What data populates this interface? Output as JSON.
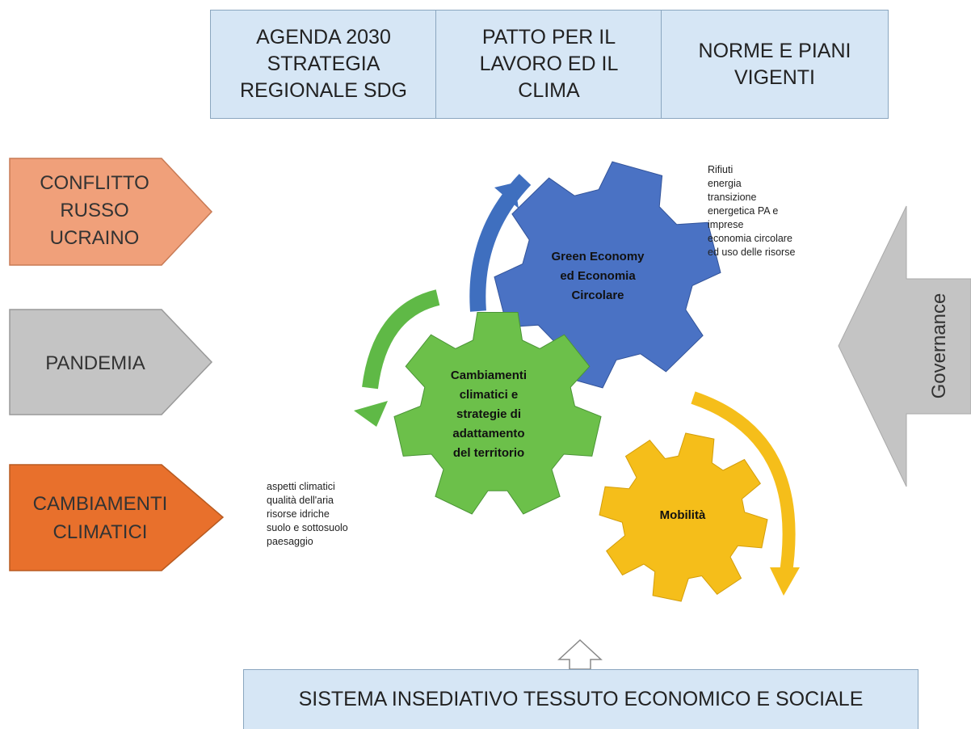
{
  "top_boxes": [
    {
      "lines": [
        "AGENDA 2030",
        "STRATEGIA",
        "REGIONALE SDG"
      ]
    },
    {
      "lines": [
        "PATTO PER IL",
        "LAVORO ED IL",
        "CLIMA"
      ]
    },
    {
      "lines": [
        "NORME E PIANI",
        "VIGENTI"
      ]
    }
  ],
  "pressures": [
    {
      "lines": [
        "CONFLITTO",
        "RUSSO",
        "UCRAINO"
      ],
      "color": "#f0a07a"
    },
    {
      "lines": [
        "PANDEMIA"
      ],
      "color": "#c4c4c4"
    },
    {
      "lines": [
        "CAMBIAMENTI",
        "CLIMATICI"
      ],
      "color": "#e8702c"
    }
  ],
  "gears": {
    "blue": {
      "lines": [
        "Green Economy",
        "ed Economia",
        "Circolare"
      ],
      "color": "#4a72c4"
    },
    "green": {
      "lines": [
        "Cambiamenti",
        "climatici e",
        "strategie di",
        "adattamento",
        "del territorio"
      ],
      "color": "#6cc04a"
    },
    "yellow": {
      "lines": [
        "Mobilità"
      ],
      "color": "#f5be1a"
    }
  },
  "notes": {
    "green_economy": [
      "Rifiuti",
      "energia",
      "transizione",
      "energetica PA e",
      "imprese",
      "economia circolare",
      "ed uso delle risorse"
    ],
    "climate": [
      "aspetti climatici",
      "qualità dell'aria",
      "risorse idriche",
      "suolo e sottosuolo",
      "paesaggio"
    ]
  },
  "governance": {
    "label": "Governance",
    "color": "#c4c4c4"
  },
  "bottom": {
    "label": "SISTEMA INSEDIATIVO TESSUTO ECONOMICO E SOCIALE"
  }
}
